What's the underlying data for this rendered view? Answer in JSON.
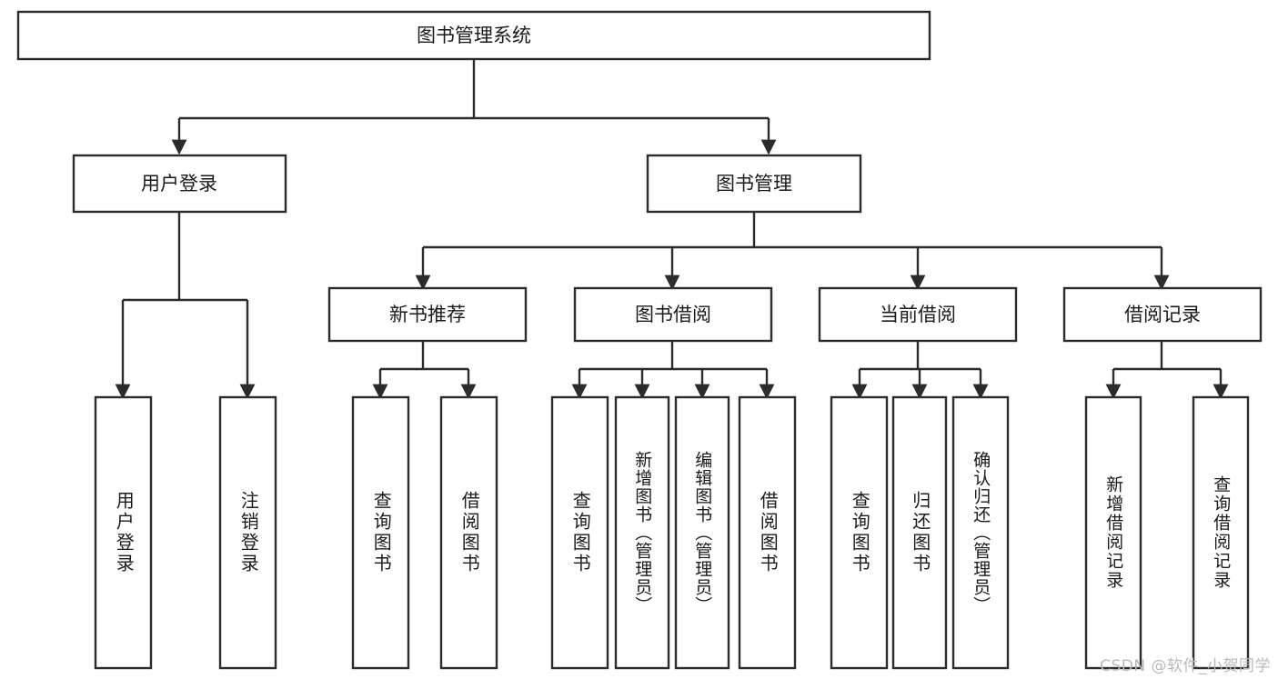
{
  "diagram": {
    "kind": "tree-hierarchy-chart",
    "title": "图书管理系统",
    "watermark": "CSDN @软件_小贺同学",
    "colors": {
      "stroke": "#2b2b2b",
      "fill": "#ffffff",
      "text": "#1a1a1a",
      "watermark": "#b9b9b9"
    },
    "root": {
      "label": "图书管理系统"
    },
    "level2": [
      {
        "label": "用户登录"
      },
      {
        "label": "图书管理"
      }
    ],
    "level3": [
      {
        "label": "新书推荐",
        "parent": "图书管理"
      },
      {
        "label": "图书借阅",
        "parent": "图书管理"
      },
      {
        "label": "当前借阅",
        "parent": "图书管理"
      },
      {
        "label": "借阅记录",
        "parent": "图书管理"
      }
    ],
    "leaves": {
      "用户登录": [
        {
          "label": "用户登录"
        },
        {
          "label": "注销登录"
        }
      ],
      "新书推荐": [
        {
          "label": "查询图书"
        },
        {
          "label": "借阅图书"
        }
      ],
      "图书借阅": [
        {
          "label": "查询图书"
        },
        {
          "label": "新增图书（管理员）"
        },
        {
          "label": "编辑图书（管理员）"
        },
        {
          "label": "借阅图书"
        }
      ],
      "当前借阅": [
        {
          "label": "查询图书"
        },
        {
          "label": "归还图书"
        },
        {
          "label": "确认归还（管理员）"
        }
      ],
      "借阅记录": [
        {
          "label": "新增借阅记录"
        },
        {
          "label": "查询借阅记录"
        }
      ]
    }
  }
}
